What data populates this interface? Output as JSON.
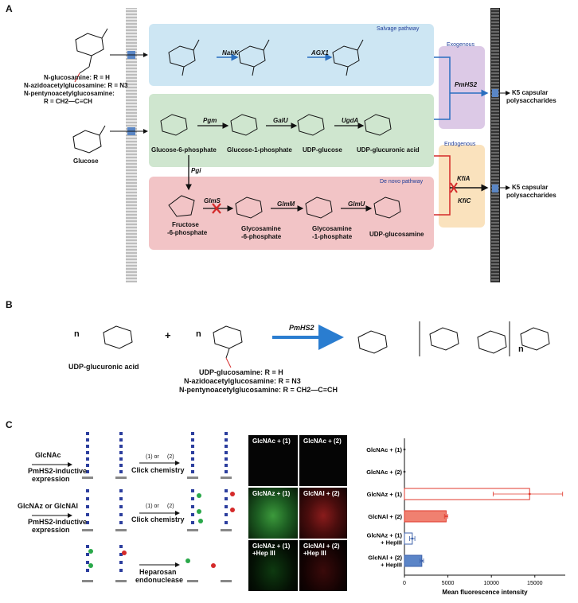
{
  "panels": {
    "a": "A",
    "b": "B",
    "c": "C"
  },
  "panelA": {
    "substrates": {
      "n_glucosamine": "N-glucosamine: R = H",
      "n_azido": "N-azidoacetylglucosamine: R = N3",
      "n_pentynoacetyl": "N-pentynoacetylglucosamine:",
      "r_formula": "R = CH2—C≡CH",
      "glucose": "Glucose"
    },
    "salvage": {
      "title": "Salvage pathway",
      "enzyme1": "NahK",
      "enzyme2": "AGX1"
    },
    "main": {
      "enzyme_pgm": "Pgm",
      "enzyme_galu": "GalU",
      "enzyme_ugda": "UgdA",
      "g6p": "Glucose-6-phosphate",
      "g1p": "Glucose-1-phosphate",
      "udpglc": "UDP-glucose",
      "udpglca": "UDP-glucuronic acid",
      "pgi": "Pgi"
    },
    "denovo": {
      "title": "De novo pathway",
      "enzyme_glms": "GlmS",
      "enzyme_glmm": "GlmM",
      "enzyme_glmu": "GlmU",
      "f6p_1": "Fructose",
      "f6p_2": "-6-phosphate",
      "gn6p_1": "Glycosamine",
      "gn6p_2": "-6-phosphate",
      "gn1p_1": "Glycosamine",
      "gn1p_2": "-1-phosphate",
      "udpglcnac": "UDP-glucosamine"
    },
    "right": {
      "exogenous": "Exogenous",
      "endogenous": "Endogenous",
      "pmhs2": "PmHS2",
      "kfia": "KfiA",
      "kfic": "KfiC",
      "k5_1": "K5 capsular",
      "k5_2": "polysaccharides",
      "k5_3": "K5 capsular",
      "k5_4": "polysaccharides"
    }
  },
  "panelB": {
    "n1": "n",
    "plus": "+",
    "n2": "n",
    "enzyme": "PmHS2",
    "udpglca": "UDP-glucuronic acid",
    "udpglcn": "UDP-glucosamine: R = H",
    "azido": "N-azidoacetylglucosamine: R = N3",
    "pentyno": "N-pentynoacetylglucosamine: R = CH2—C≡CH",
    "n_sub": "n"
  },
  "panelC": {
    "row1_label1": "GlcNAc",
    "row1_label2": "PmHS2-inductive",
    "row1_label3": "expression",
    "row2_label1": "GlcNAz or GlcNAl",
    "row2_label2": "PmHS2-inductive",
    "row2_label3": "expression",
    "click1": "Click chemistry",
    "click2": "Click chemistry",
    "click_or1": "(1) or",
    "click_or2": "(2)",
    "heparosan1": "Heparosan",
    "heparosan2": "endonuclease",
    "micro": [
      "GlcNAc + (1)",
      "GlcNAc + (2)",
      "GlcNAz + (1)",
      "GlcNAl + (2)",
      "GlcNAz + (1)\n+Hep III",
      "GlcNAl + (2)\n+Hep III"
    ]
  },
  "chart_data": {
    "type": "bar",
    "orientation": "horizontal",
    "categories": [
      "GlcNAc + (1)",
      "GlcNAc + (2)",
      "GlcNAz + (1)",
      "GlcNAl + (2)",
      "GlcNAz + (1) + HepIII",
      "GlcNAl + (2) + HepIII"
    ],
    "values": [
      0,
      0,
      14400,
      4800,
      900,
      2000
    ],
    "error_low": [
      0,
      0,
      10200,
      4600,
      600,
      1800
    ],
    "error_high": [
      0,
      0,
      18200,
      5000,
      1200,
      2200
    ],
    "bar_colors": [
      "#ffffff",
      "#ffffff",
      "#ffffff",
      "#f08070",
      "#ffffff",
      "#5b85c8"
    ],
    "bar_edges": [
      "#333333",
      "#333333",
      "#e03a2e",
      "#e03a2e",
      "#3b5fa8",
      "#3b5fa8"
    ],
    "xlabel": "Mean fluorescence intensity",
    "xticks": [
      "0",
      "5000",
      "10000",
      "15000"
    ],
    "xlim": [
      0,
      18500
    ]
  }
}
